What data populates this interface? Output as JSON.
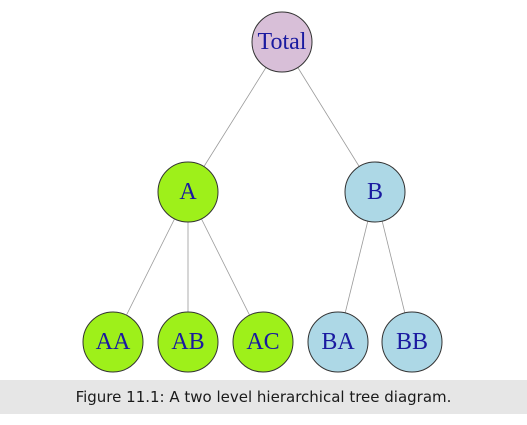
{
  "tree": {
    "nodes": [
      {
        "id": "Total",
        "label": "Total",
        "fill": "#d8bfd8"
      },
      {
        "id": "A",
        "label": "A",
        "fill": "#9ef01a"
      },
      {
        "id": "B",
        "label": "B",
        "fill": "#add8e6"
      },
      {
        "id": "AA",
        "label": "AA",
        "fill": "#9ef01a"
      },
      {
        "id": "AB",
        "label": "AB",
        "fill": "#9ef01a"
      },
      {
        "id": "AC",
        "label": "AC",
        "fill": "#9ef01a"
      },
      {
        "id": "BA",
        "label": "BA",
        "fill": "#add8e6"
      },
      {
        "id": "BB",
        "label": "BB",
        "fill": "#add8e6"
      }
    ],
    "edges": [
      [
        "Total",
        "A"
      ],
      [
        "Total",
        "B"
      ],
      [
        "A",
        "AA"
      ],
      [
        "A",
        "AB"
      ],
      [
        "A",
        "AC"
      ],
      [
        "B",
        "BA"
      ],
      [
        "B",
        "BB"
      ]
    ]
  },
  "caption": "Figure 11.1: A two level hierarchical tree diagram."
}
